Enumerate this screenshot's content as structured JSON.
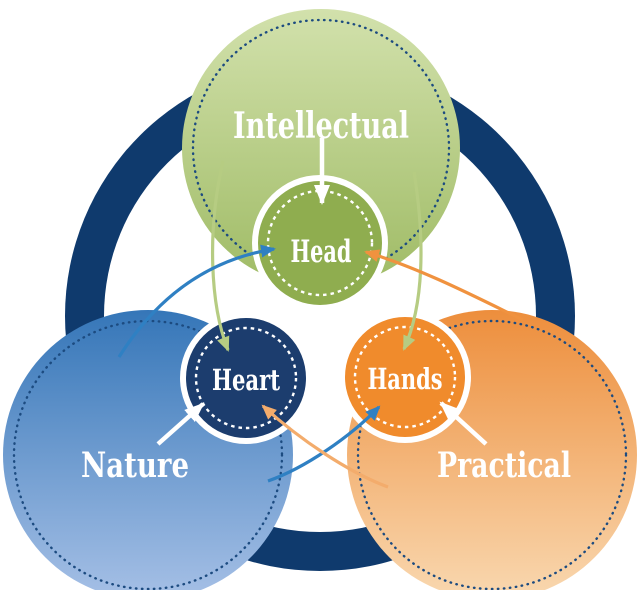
{
  "diagram": {
    "outer_labels": {
      "intellectual": "Intellectual",
      "nature": "Nature",
      "practical": "Practical"
    },
    "inner_labels": {
      "head": "Head",
      "heart": "Heart",
      "hands": "Hands"
    },
    "connections": [
      {
        "from": "Intellectual",
        "to": "Head",
        "color": "white"
      },
      {
        "from": "Nature",
        "to": "Heart",
        "color": "white"
      },
      {
        "from": "Practical",
        "to": "Hands",
        "color": "white"
      },
      {
        "from": "Intellectual",
        "to": "Heart",
        "color": "green"
      },
      {
        "from": "Intellectual",
        "to": "Hands",
        "color": "green"
      },
      {
        "from": "Nature",
        "to": "Head",
        "color": "blue"
      },
      {
        "from": "Nature",
        "to": "Hands",
        "color": "blue"
      },
      {
        "from": "Practical",
        "to": "Head",
        "color": "orange"
      },
      {
        "from": "Practical",
        "to": "Heart",
        "color": "orange"
      }
    ]
  },
  "colors": {
    "page_background": "#FFFFFF",
    "ring_navy": "#0F3A6D",
    "inner_disc": "#FFFFFF",
    "dotted_border_navy": "#1C4B80",
    "intellectual_gradient_top": "#D2E1AC",
    "intellectual_gradient_bottom": "#9FBB65",
    "nature_gradient_top": "#3576B8",
    "nature_gradient_bottom": "#A6C0E6",
    "practical_gradient_top": "#ED8E3C",
    "practical_gradient_bottom": "#F9D8B0",
    "head_fill": "#8FAD4F",
    "heart_fill": "#1C3D6E",
    "hands_fill": "#F08B2C",
    "small_circle_ring": "#FFFFFF",
    "label_text": "#FFFFFF",
    "arrow_white": "#FFFFFF",
    "arrow_green": "#B6CC82",
    "arrow_blue": "#2F80C3",
    "arrow_orange": "#F0923F",
    "arrow_orange_light": "#F3AC6C"
  }
}
